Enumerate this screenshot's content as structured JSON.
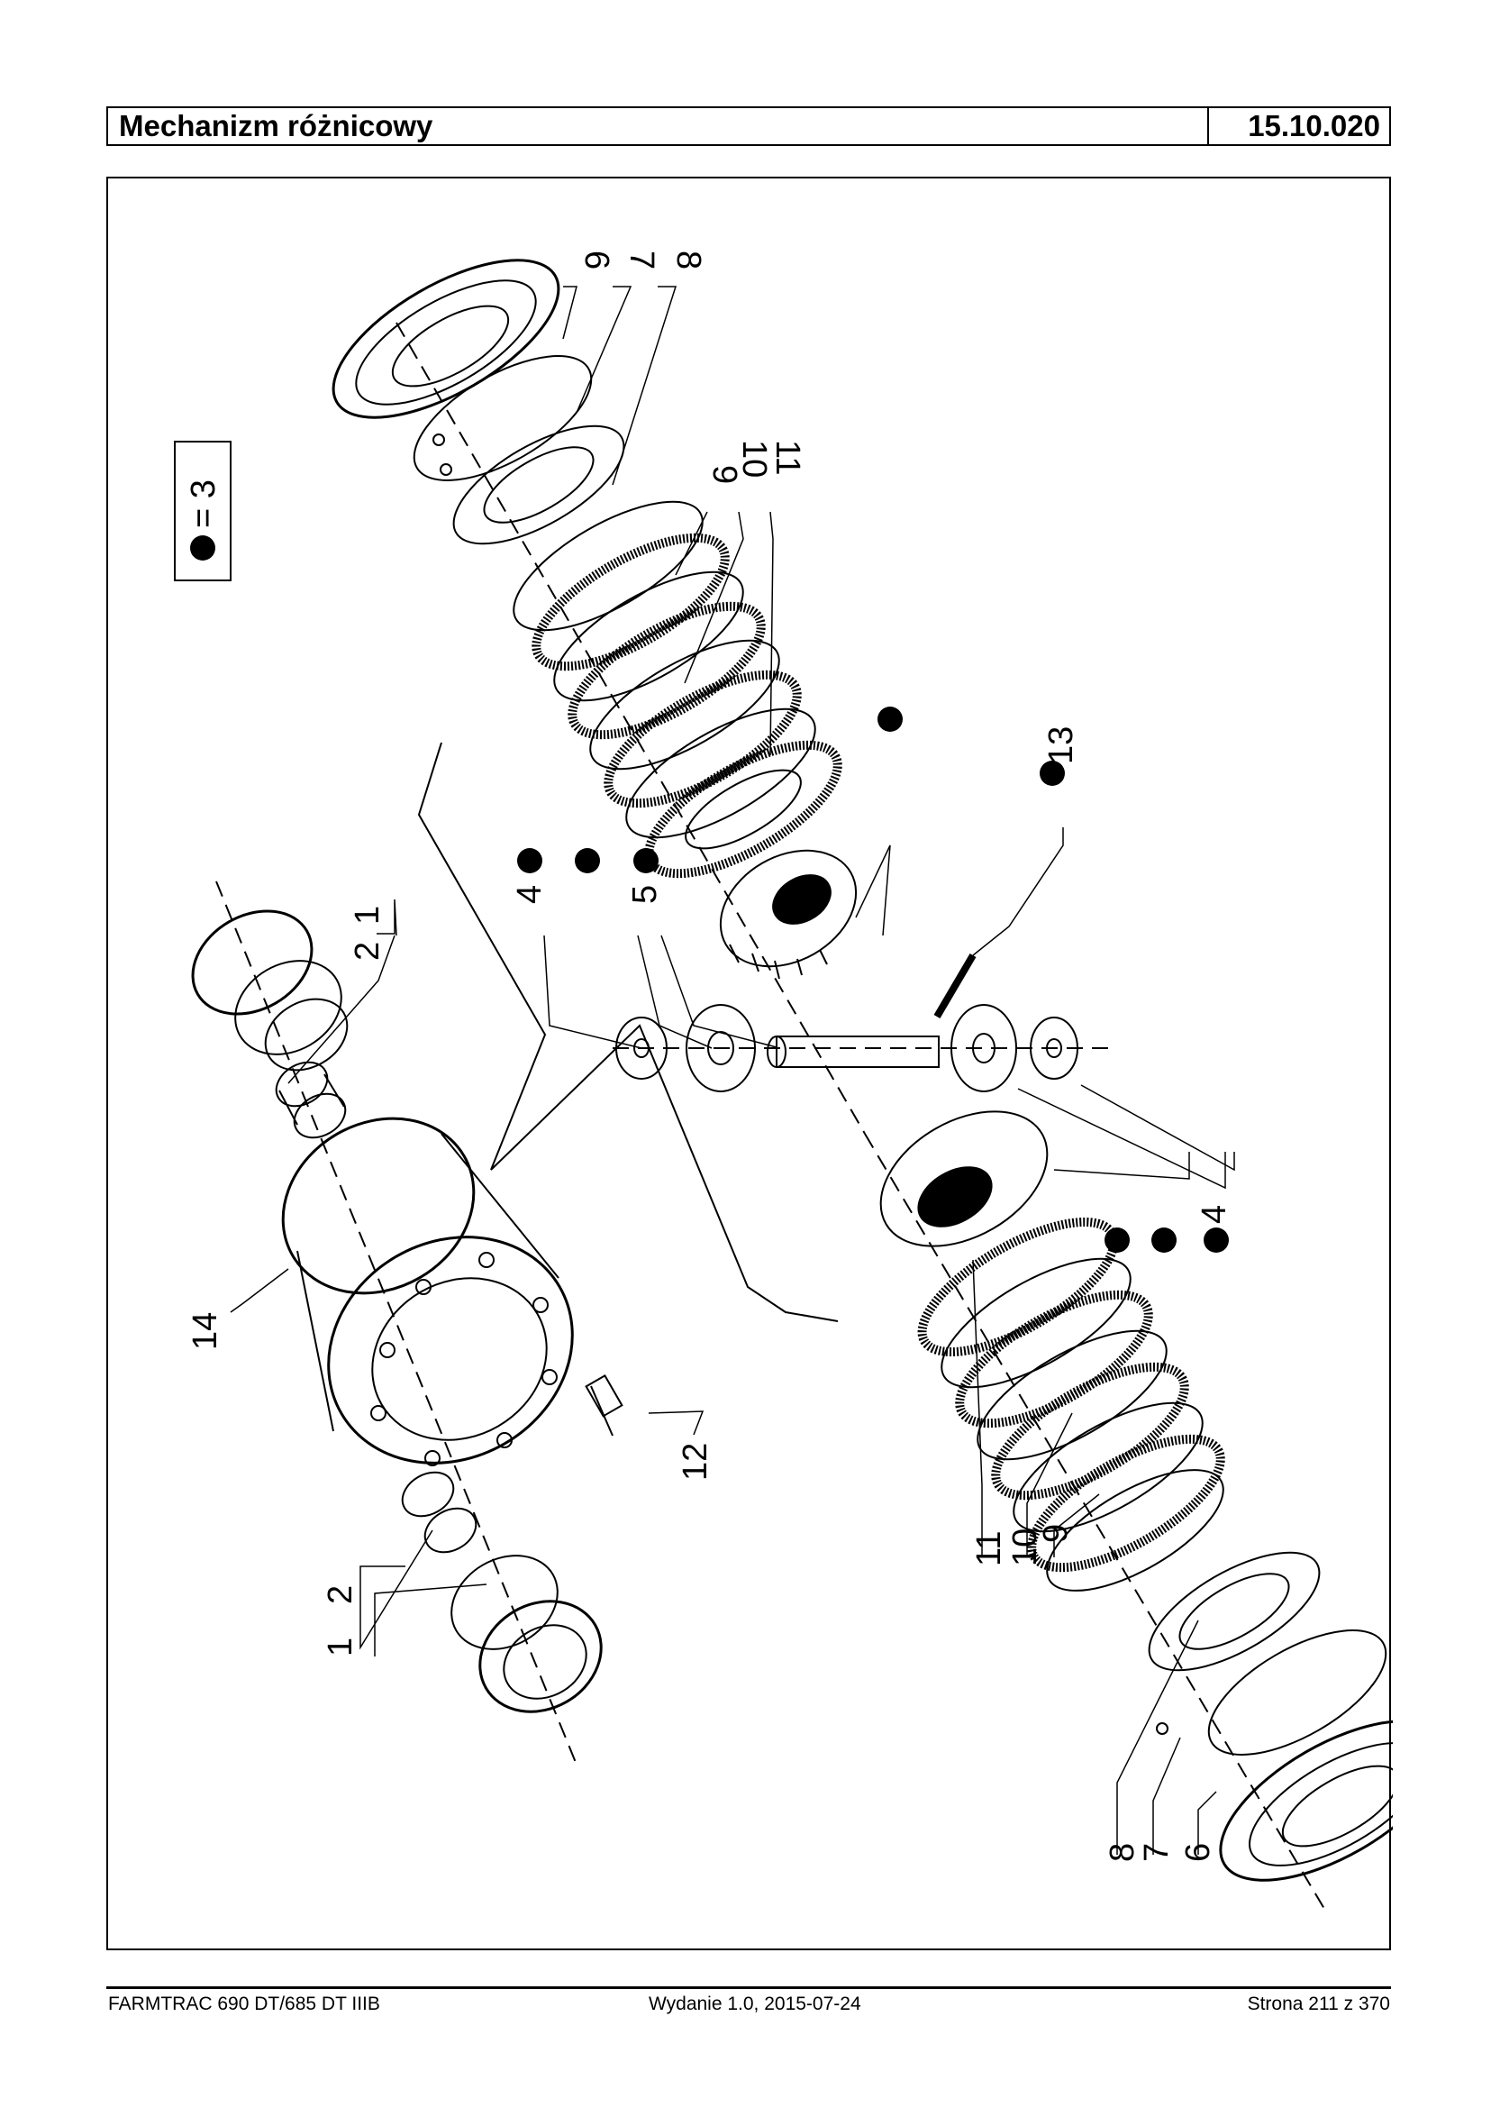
{
  "header": {
    "title": "Mechanizm różnicowy",
    "code": "15.10.020"
  },
  "legend": {
    "text": "= 3"
  },
  "callouts": {
    "c1a": "1",
    "c2a": "2",
    "c4a": "4",
    "c5": "5",
    "c6a": "6",
    "c7a": "7",
    "c8a": "8",
    "c9a": "9",
    "c10a": "10",
    "c11a": "11",
    "c13": "13",
    "c14": "14",
    "c12": "12",
    "c4b": "4",
    "c11b": "11",
    "c10b": "10",
    "c9b": "9",
    "c8b": "8",
    "c7b": "7",
    "c6b": "6",
    "c1b": "1",
    "c2b": "2"
  },
  "footer": {
    "left": "FARMTRAC 690 DT/685 DT IIIB",
    "middle": "Wydanie 1.0,  2015-07-24",
    "right": "Strona 211 z 370"
  }
}
